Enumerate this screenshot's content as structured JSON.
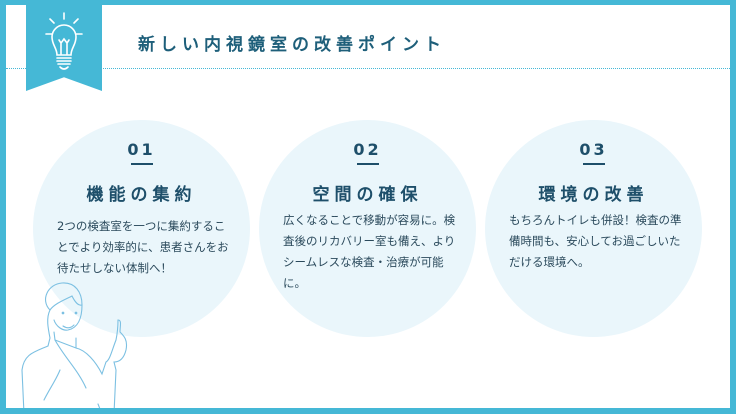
{
  "header": {
    "title": "新しい内視鏡室の改善ポイント",
    "icon": "lightbulb-icon"
  },
  "points": [
    {
      "number": "01",
      "title": "機能の集約",
      "body": "2つの検査室を一つに集約することでより効率的に、患者さんをお待たせしない体制へ！"
    },
    {
      "number": "02",
      "title": "空間の確保",
      "body": "広くなることで移動が容易に。検査後のリカバリー室も備え、よりシームレスな検査・治療が可能に。"
    },
    {
      "number": "03",
      "title": "環境の改善",
      "body": "もちろんトイレも併設！検査の準備時間も、安心してお過ごしいただける環境へ。"
    }
  ],
  "colors": {
    "accent": "#45b8d6",
    "text": "#1e4f6a",
    "circle": "#eaf6fb"
  }
}
